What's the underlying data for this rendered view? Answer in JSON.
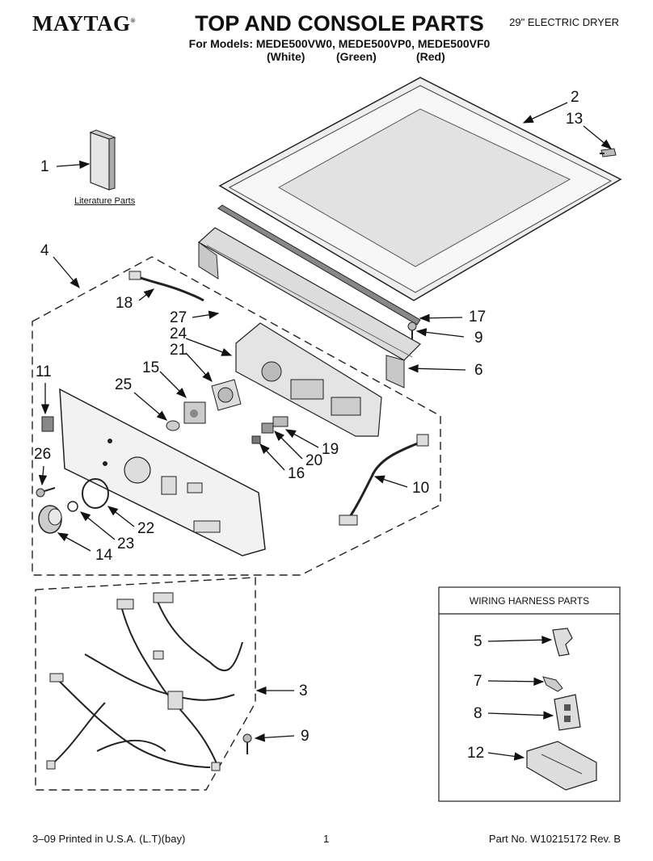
{
  "header": {
    "brand": "MAYTAG",
    "brand_mark": "®",
    "title": "TOP AND CONSOLE PARTS",
    "models_line": "For Models: MEDE500VW0, MEDE500VP0, MEDE500VF0",
    "colors": [
      "(White)",
      "(Green)",
      "(Red)"
    ],
    "product": "29\" ELECTRIC DRYER"
  },
  "labels": {
    "literature": "Literature Parts",
    "harness_box_title": "WIRING HARNESS PARTS"
  },
  "callouts": [
    {
      "id": "1",
      "text": "1"
    },
    {
      "id": "2",
      "text": "2"
    },
    {
      "id": "13",
      "text": "13"
    },
    {
      "id": "4",
      "text": "4"
    },
    {
      "id": "18",
      "text": "18"
    },
    {
      "id": "27",
      "text": "27"
    },
    {
      "id": "24",
      "text": "24"
    },
    {
      "id": "21",
      "text": "21"
    },
    {
      "id": "15",
      "text": "15"
    },
    {
      "id": "25",
      "text": "25"
    },
    {
      "id": "11",
      "text": "11"
    },
    {
      "id": "17",
      "text": "17"
    },
    {
      "id": "9a",
      "text": "9"
    },
    {
      "id": "6",
      "text": "6"
    },
    {
      "id": "19",
      "text": "19"
    },
    {
      "id": "20",
      "text": "20"
    },
    {
      "id": "16",
      "text": "16"
    },
    {
      "id": "10",
      "text": "10"
    },
    {
      "id": "26",
      "text": "26"
    },
    {
      "id": "22",
      "text": "22"
    },
    {
      "id": "23",
      "text": "23"
    },
    {
      "id": "14",
      "text": "14"
    },
    {
      "id": "3",
      "text": "3"
    },
    {
      "id": "9b",
      "text": "9"
    },
    {
      "id": "5",
      "text": "5"
    },
    {
      "id": "7",
      "text": "7"
    },
    {
      "id": "8",
      "text": "8"
    },
    {
      "id": "12",
      "text": "12"
    }
  ],
  "footer": {
    "printed": "3–09 Printed in U.S.A. (L.T)(bay)",
    "page": "1",
    "part_no": "Part No. W10215172 Rev. B"
  }
}
